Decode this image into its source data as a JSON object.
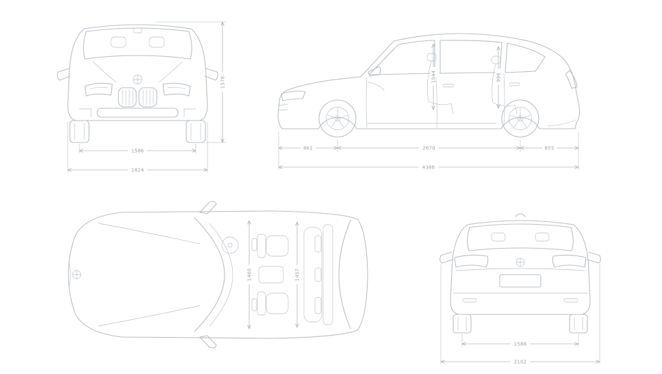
{
  "theme": {
    "bg": "#ffffff",
    "line": "#b9bfc6",
    "dim-line": "#b0b6bd",
    "dim-text": "#9aa1a9"
  },
  "views": {
    "front": {
      "track": "1586",
      "overall_width": "1824",
      "overall_height": "1576"
    },
    "side": {
      "front_overhang": "861",
      "wheelbase": "2670",
      "rear_overhang": "855",
      "overall_length": "4386",
      "front_interior_height": "1044",
      "rear_interior_height": "996"
    },
    "top": {
      "front_interior_width": "1460",
      "rear_interior_width": "1457"
    },
    "rear": {
      "track": "1588",
      "width_incl_mirrors": "2102"
    }
  }
}
